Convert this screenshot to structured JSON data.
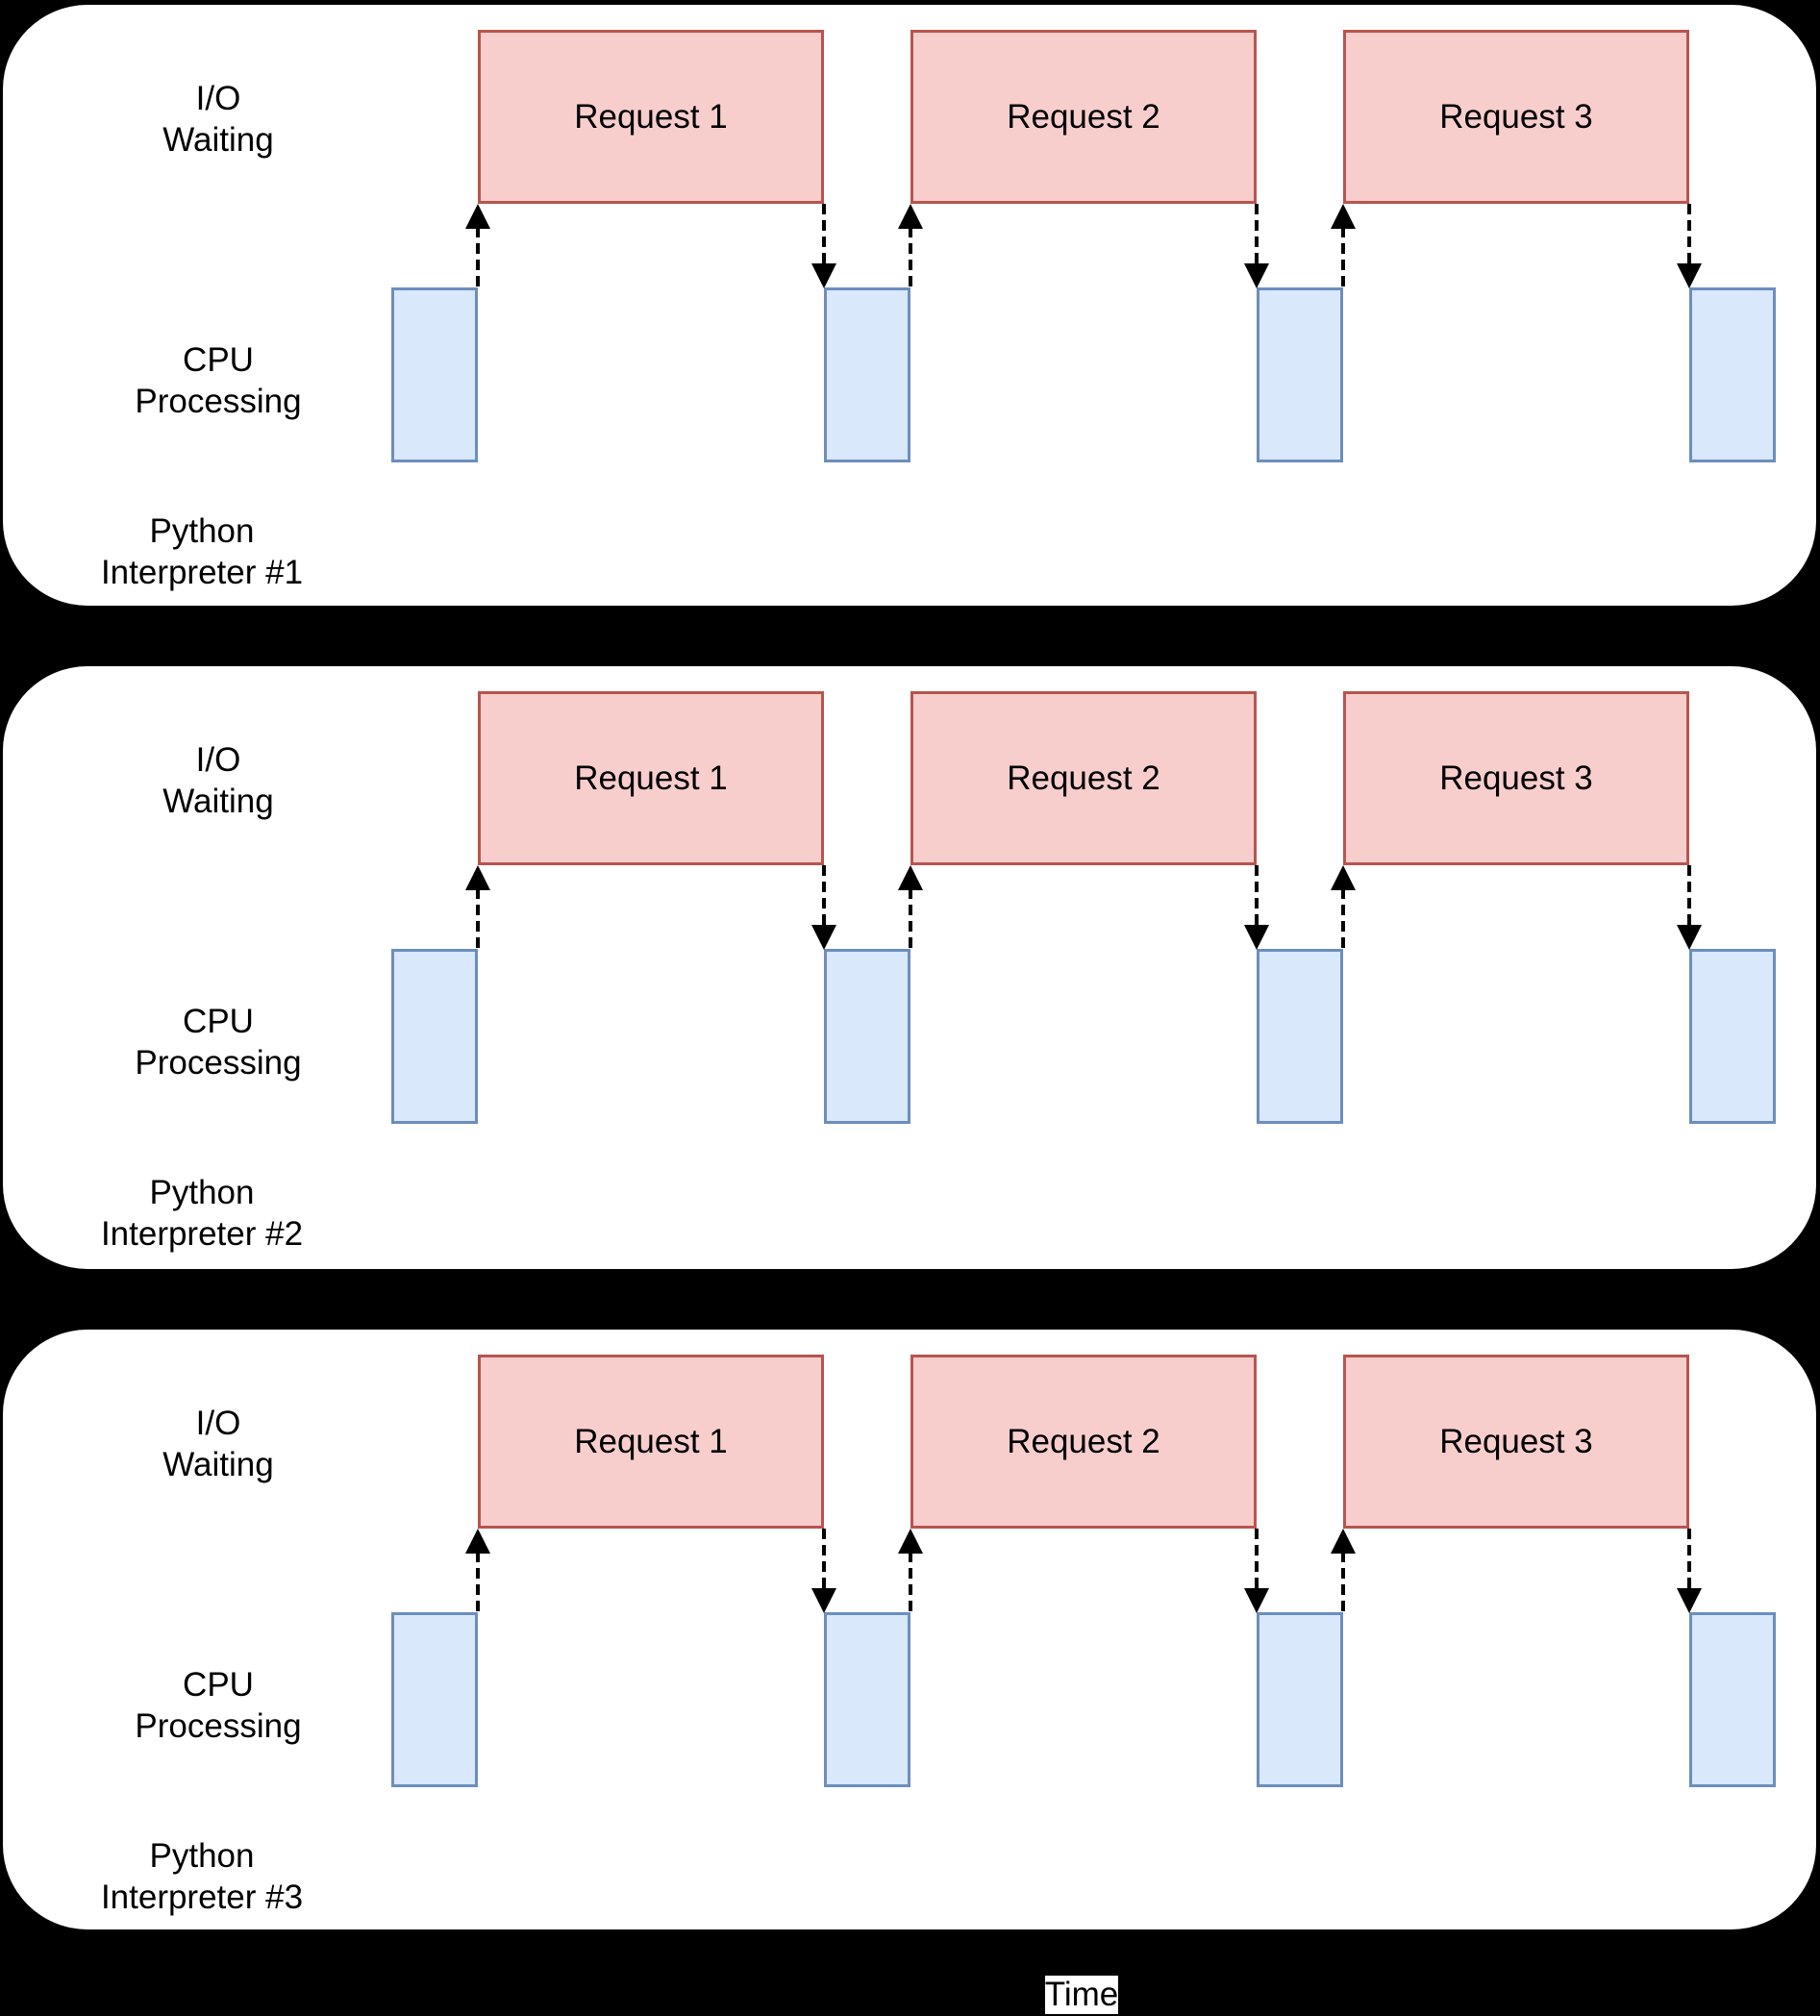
{
  "time_label": "Time",
  "colors": {
    "background": "#000000",
    "panel": "#ffffff",
    "request_fill": "#f8cecc",
    "request_border": "#b85450",
    "cpu_fill": "#dae8fc",
    "cpu_border": "#6c8ebf",
    "text": "#000000"
  },
  "panels": [
    {
      "io_lines": [
        "I/O",
        "Waiting"
      ],
      "cpu_lines": [
        "CPU",
        "Processing"
      ],
      "interpreter_lines": [
        "Python",
        "Interpreter #1"
      ],
      "requests": [
        "Request 1",
        "Request 2",
        "Request 3"
      ]
    },
    {
      "io_lines": [
        "I/O",
        "Waiting"
      ],
      "cpu_lines": [
        "CPU",
        "Processing"
      ],
      "interpreter_lines": [
        "Python",
        "Interpreter #2"
      ],
      "requests": [
        "Request 1",
        "Request 2",
        "Request 3"
      ]
    },
    {
      "io_lines": [
        "I/O",
        "Waiting"
      ],
      "cpu_lines": [
        "CPU",
        "Processing"
      ],
      "interpreter_lines": [
        "Python",
        "Interpreter #3"
      ],
      "requests": [
        "Request 1",
        "Request 2",
        "Request 3"
      ]
    }
  ]
}
